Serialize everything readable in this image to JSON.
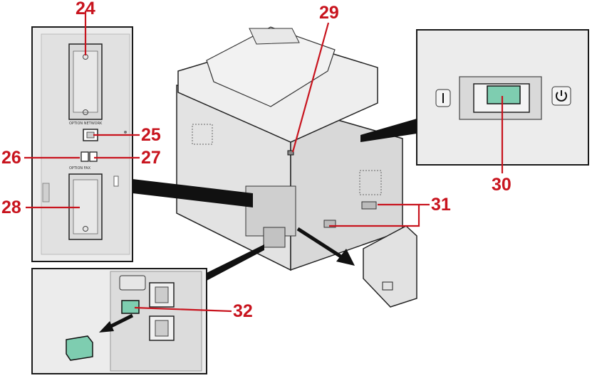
{
  "colors": {
    "callout": "#c8141e",
    "accent_green": "#7ecdb0",
    "panel_gray": "#e7e7e7",
    "outline": "#1a1a1a"
  },
  "callouts": {
    "n24": "24",
    "n25": "25",
    "n26": "26",
    "n27": "27",
    "n28": "28",
    "n29": "29",
    "n30": "30",
    "n31": "31",
    "n32": "32"
  },
  "panel_labels": {
    "option_network": "OPTION NETWORK",
    "option_fax": "OPTION FAX"
  },
  "icons": {
    "power_off": "power-off-icon",
    "power_on": "power-standby-icon",
    "network_port": "lan-port-icon",
    "usb_port": "usb-port-icon"
  }
}
